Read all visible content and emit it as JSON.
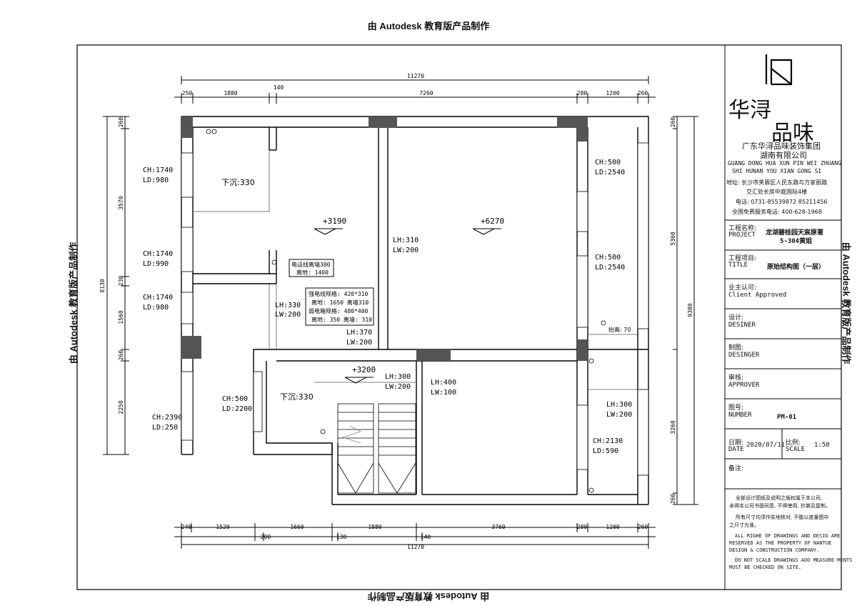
{
  "watermark": "由 Autodesk 教育版产品制作",
  "dims": {
    "overall_top": "11270",
    "top_row": [
      "250",
      "1880",
      "140",
      "7260",
      "280",
      "1200",
      "260"
    ],
    "overall_bottom": "11270",
    "bottom_row1": [
      "240",
      "1520",
      "1660",
      "1880",
      "3760",
      "280",
      "1200",
      "260"
    ],
    "bottom_row2": [
      "200",
      "130",
      "140"
    ],
    "left_overall": "8130",
    "left_segments": [
      "260",
      "3570",
      "230",
      "1560",
      "260",
      "2250"
    ],
    "right_overall": "9380",
    "right_segments": [
      "260",
      "5360",
      "3260",
      "260"
    ]
  },
  "rooms": {
    "sunken_1": "下沉:330",
    "sunken_2": "下沉:330",
    "level_1": "+3190",
    "level_2": "+6270",
    "level_3": "+3200",
    "raise": "抬高: 70"
  },
  "openings": [
    {
      "ch": "CH:1740",
      "ld": "LD:980"
    },
    {
      "ch": "CH:1740",
      "ld": "LD:990"
    },
    {
      "ch": "CH:1740",
      "ld": "LD:980"
    },
    {
      "ch": "CH:2390",
      "ld": "LD:250"
    },
    {
      "ch": "CH:500",
      "ld": "LD:2200"
    },
    {
      "ch": "CH:500",
      "ld": "LD:2540"
    },
    {
      "ch": "CH:500",
      "ld": "LD:2540"
    },
    {
      "ch": "CH:2130",
      "ld": "LD:590"
    }
  ],
  "beams": [
    {
      "lh": "LH:310",
      "lw": "LW:200"
    },
    {
      "lh": "LH:330",
      "lw": "LW:200"
    },
    {
      "lh": "LH:370",
      "lw": "LW:200"
    },
    {
      "lh": "LH:300",
      "lw": "LW:200"
    },
    {
      "lh": "LH:400",
      "lw": "LW:100"
    },
    {
      "lh": "LH:300",
      "lw": "LW:200"
    }
  ],
  "notes": {
    "phone_box": [
      "电话线离墙300",
      "离地: 1400"
    ],
    "power_box": [
      "强电线规格: 420*310",
      "离地: 1650 离墙310",
      "弱电箱规格: 480*400",
      "离地: 350 离墙: 310"
    ]
  },
  "title_block": {
    "logo_line1": "华浔",
    "logo_line2": "品味",
    "company_cn_1": "广东华浔品味装饰集团",
    "company_cn_2": "湖南有限公司",
    "company_en_1": "GUANG DONG HUA XUN PIN WEI ZHUANG",
    "company_en_2": "SHI HUNAN YOU XIAN GONG SI",
    "address_1": "地址: 长沙市芙蓉区人民东路与万家丽路",
    "address_2": "交汇处长房中庭国际4楼",
    "phone": "电话: 0731-85539872   85211456",
    "hotline": "全国免费服务电话: 400-628-1968",
    "project_label_cn": "工程名称:",
    "project_label_en": "PROJECT",
    "project_value_1": "龙湖碧桂园天宸原著",
    "project_value_2": "5-304黄姐",
    "title_label_cn": "工程项目:",
    "title_label_en": "TITLE",
    "title_value": "原始结构图（一层）",
    "client_label_cn": "业主认可:",
    "client_label_en": "Client Approved",
    "design_label_cn": "设计:",
    "design_label_en": "DESINER",
    "draw_label_cn": "制图:",
    "draw_label_en": "DESINGER",
    "approve_label_cn": "审核:",
    "approve_label_en": "APPROVER",
    "number_label_cn": "图号:",
    "number_label_en": "NUMBER",
    "number_value": "PM-01",
    "date_label_cn": "日期:",
    "date_label_en": "DATE",
    "date_value": "2020/07/11",
    "scale_label_cn": "比例:",
    "scale_label_en": "SCALE",
    "scale_value": "1:50",
    "remark_label": "备注:",
    "copyright_cn_1": "全部设计图纸及说明之版权属于本公司,",
    "copyright_cn_2": "未得本公司书面同意, 不得使用, 抄袭及复制。",
    "measure_cn_1": "所有尺寸均须作实地核对, 不能以度量图中",
    "measure_cn_2": "之尺寸为准。",
    "copyright_en_1": "ALL RIGHE OF DRAWINGS AND DESIG ARE",
    "copyright_en_2": "RESERVED AS THE PROPERTY OF NANTUE",
    "copyright_en_3": "DESIGN & CONSTRUCTION COMPANY.",
    "measure_en_1": "DO NOT SCALE DRAWINGS AOO MEASURE-MENTS",
    "measure_en_2": "MUST BE CHECKED ON SITE."
  }
}
